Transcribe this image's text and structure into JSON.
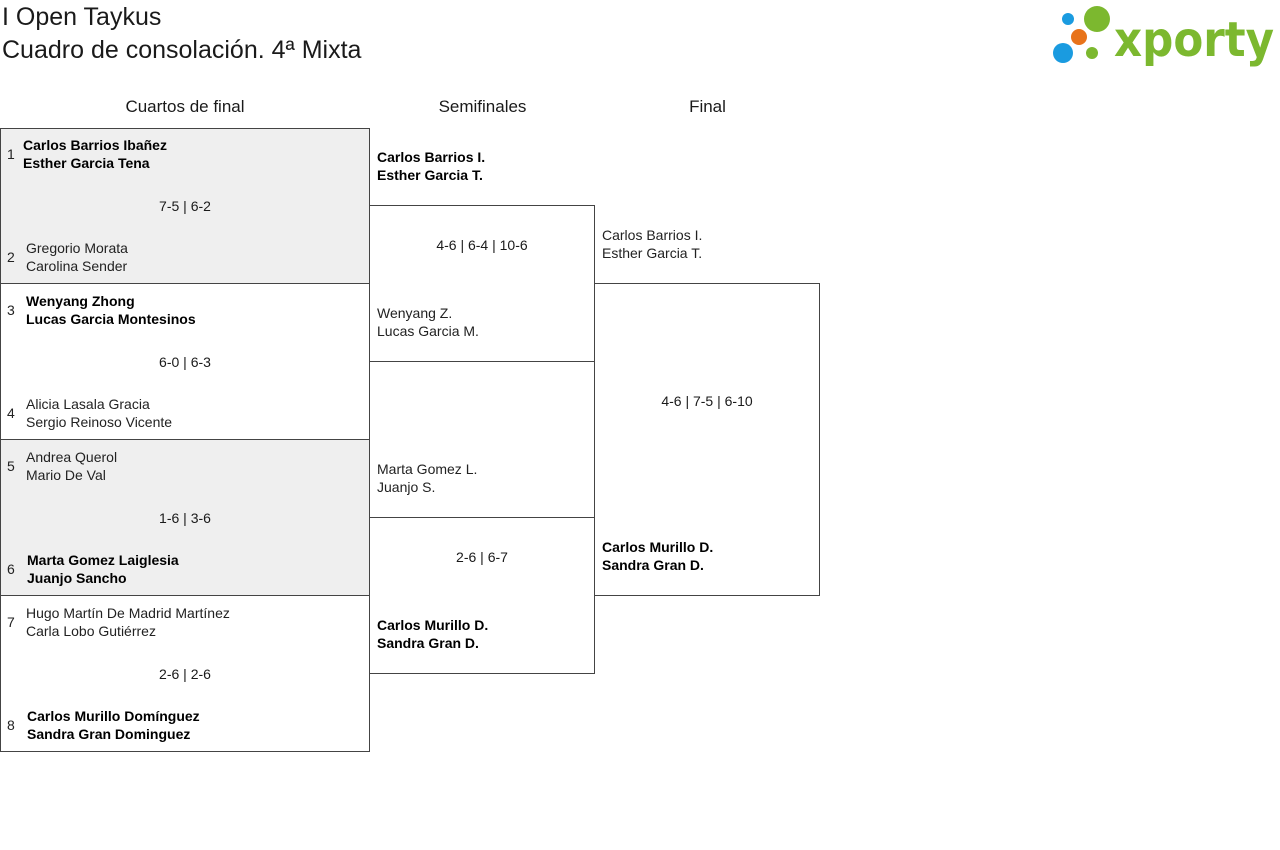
{
  "header": {
    "title": "I Open Taykus",
    "subtitle": "Cuadro de consolación. 4ª Mixta",
    "logo_text": "xporty",
    "logo_colors": {
      "text": "#7cb82f",
      "dot_blue": "#1a9be0",
      "dot_orange": "#e8731a",
      "dot_green": "#7cb82f"
    }
  },
  "rounds": [
    "Cuartos de final",
    "Semifinales",
    "Final"
  ],
  "quarterfinals": [
    {
      "score": "7-5 | 6-2",
      "top": {
        "seed": "1",
        "p1": "Carlos Barrios Ibañez",
        "p2": "Esther Garcia Tena"
      },
      "bottom": {
        "seed": "2",
        "p1": "Gregorio Morata",
        "p2": "Carolina Sender"
      }
    },
    {
      "score": "6-0 | 6-3",
      "top": {
        "seed": "3",
        "p1": "Wenyang Zhong",
        "p2": "Lucas Garcia Montesinos"
      },
      "bottom": {
        "seed": "4",
        "p1": "Alicia Lasala Gracia",
        "p2": "Sergio Reinoso Vicente"
      }
    },
    {
      "score": "1-6 | 3-6",
      "top": {
        "seed": "5",
        "p1": "Andrea Querol",
        "p2": "Mario De Val"
      },
      "bottom": {
        "seed": "6",
        "p1": "Marta Gomez Laiglesia",
        "p2": "Juanjo Sancho"
      }
    },
    {
      "score": "2-6 | 2-6",
      "top": {
        "seed": "7",
        "p1": "Hugo Martín De Madrid Martínez",
        "p2": "Carla Lobo Gutiérrez"
      },
      "bottom": {
        "seed": "8",
        "p1": "Carlos Murillo Domínguez",
        "p2": "Sandra Gran Dominguez"
      }
    }
  ],
  "semifinals": [
    {
      "score": "4-6 | 6-4 | 10-6",
      "top": {
        "p1": "Carlos Barrios I.",
        "p2": "Esther Garcia T."
      },
      "bottom": {
        "p1": "Wenyang Z.",
        "p2": "Lucas Garcia M."
      }
    },
    {
      "score": "2-6 | 6-7",
      "top": {
        "p1": "Marta Gomez L.",
        "p2": "Juanjo S."
      },
      "bottom": {
        "p1": "Carlos Murillo D.",
        "p2": "Sandra Gran D."
      }
    }
  ],
  "final": {
    "score": "4-6 | 7-5 | 6-10",
    "top": {
      "p1": "Carlos Barrios I.",
      "p2": "Esther Garcia T."
    },
    "bottom": {
      "p1": "Carlos Murillo D.",
      "p2": "Sandra Gran D."
    }
  }
}
